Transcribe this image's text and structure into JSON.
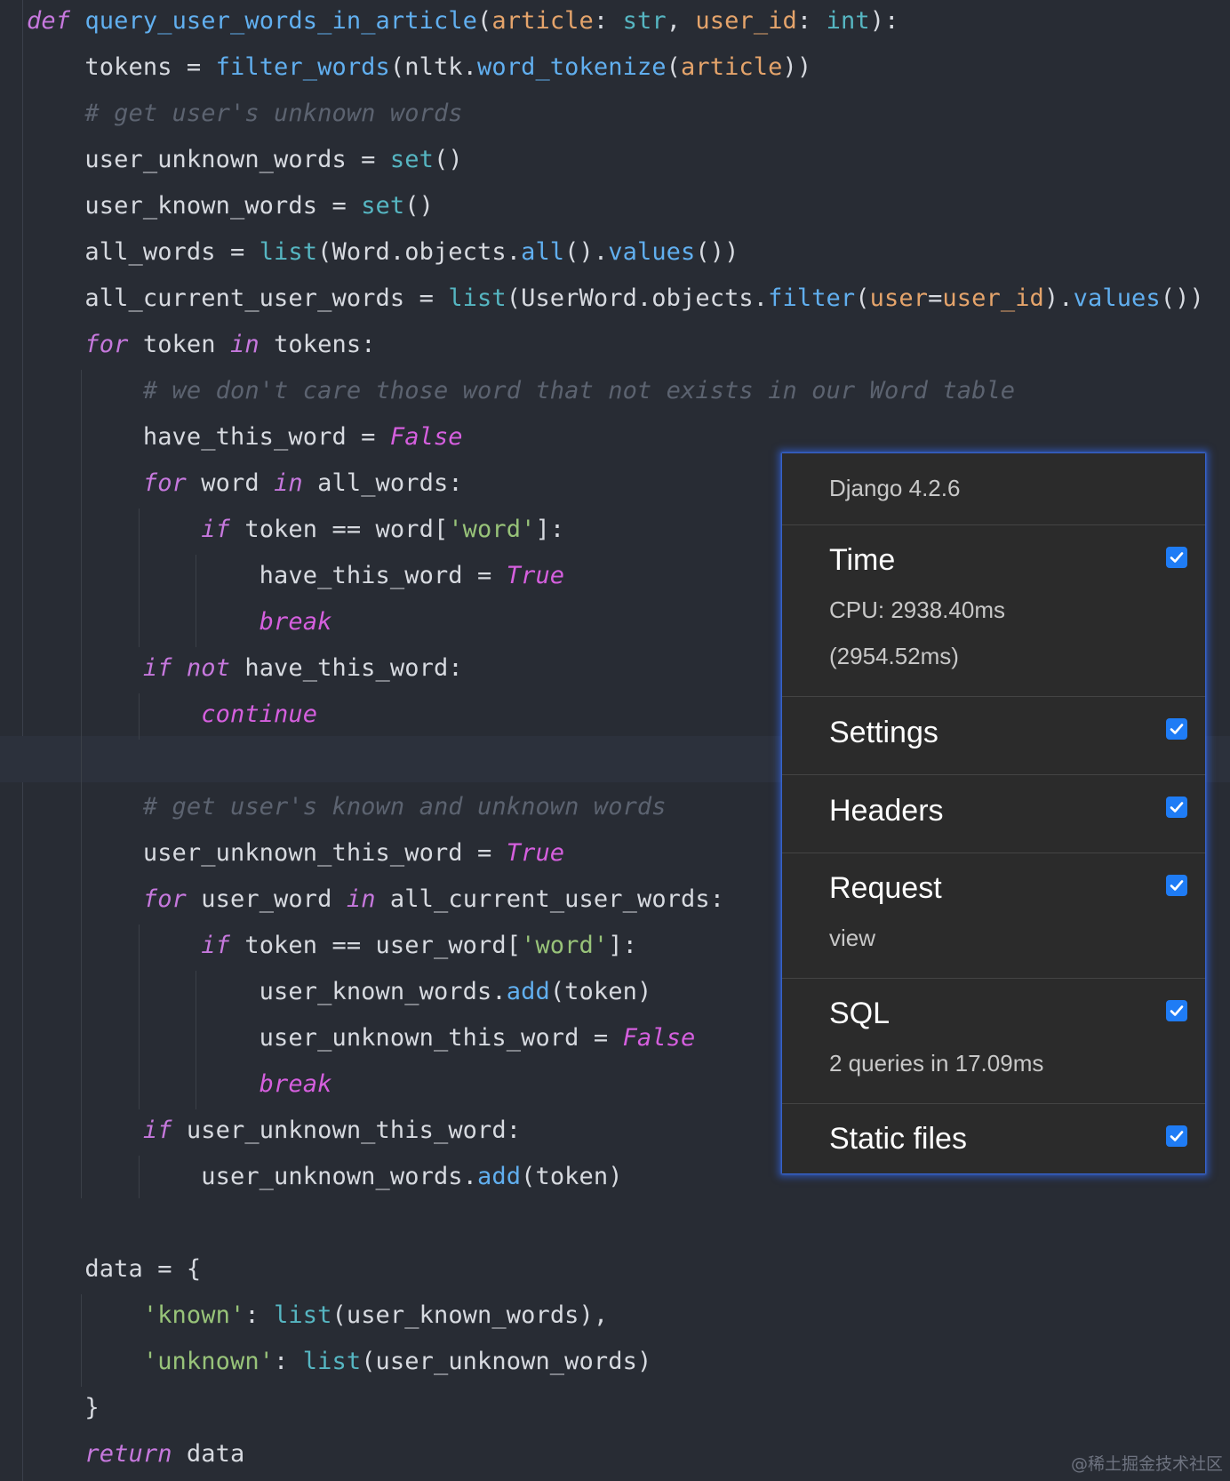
{
  "code": {
    "lines": [
      [
        [
          "kw",
          "def"
        ],
        [
          "plain",
          " "
        ],
        [
          "fn",
          "query_user_words_in_article"
        ],
        [
          "plain",
          "("
        ],
        [
          "param",
          "article"
        ],
        [
          "plain",
          ": "
        ],
        [
          "builtin",
          "str"
        ],
        [
          "plain",
          ", "
        ],
        [
          "param",
          "user_id"
        ],
        [
          "plain",
          ": "
        ],
        [
          "builtin",
          "int"
        ],
        [
          "plain",
          "):"
        ]
      ],
      [
        [
          "plain",
          "    tokens = "
        ],
        [
          "fn",
          "filter_words"
        ],
        [
          "plain",
          "(nltk."
        ],
        [
          "fn",
          "word_tokenize"
        ],
        [
          "plain",
          "("
        ],
        [
          "param",
          "article"
        ],
        [
          "plain",
          "))"
        ]
      ],
      [
        [
          "comment",
          "    # get user's unknown words"
        ]
      ],
      [
        [
          "plain",
          "    user_unknown_words = "
        ],
        [
          "builtin",
          "set"
        ],
        [
          "plain",
          "()"
        ]
      ],
      [
        [
          "plain",
          "    user_known_words = "
        ],
        [
          "builtin",
          "set"
        ],
        [
          "plain",
          "()"
        ]
      ],
      [
        [
          "plain",
          "    all_words = "
        ],
        [
          "builtin",
          "list"
        ],
        [
          "plain",
          "(Word.objects."
        ],
        [
          "fn",
          "all"
        ],
        [
          "plain",
          "()."
        ],
        [
          "fn",
          "values"
        ],
        [
          "plain",
          "())"
        ]
      ],
      [
        [
          "plain",
          "    all_current_user_words = "
        ],
        [
          "builtin",
          "list"
        ],
        [
          "plain",
          "(UserWord.objects."
        ],
        [
          "fn",
          "filter"
        ],
        [
          "plain",
          "("
        ],
        [
          "param",
          "user"
        ],
        [
          "plain",
          "="
        ],
        [
          "param",
          "user_id"
        ],
        [
          "plain",
          ")."
        ],
        [
          "fn",
          "values"
        ],
        [
          "plain",
          "())"
        ]
      ],
      [
        [
          "kw",
          "    for"
        ],
        [
          "plain",
          " token "
        ],
        [
          "kw",
          "in"
        ],
        [
          "plain",
          " tokens:"
        ]
      ],
      [
        [
          "comment",
          "        # we don't care those word that not exists in our Word table"
        ]
      ],
      [
        [
          "plain",
          "        have_this_word = "
        ],
        [
          "const",
          "False"
        ]
      ],
      [
        [
          "kw",
          "        for"
        ],
        [
          "plain",
          " word "
        ],
        [
          "kw",
          "in"
        ],
        [
          "plain",
          " all_words:"
        ]
      ],
      [
        [
          "kw",
          "            if"
        ],
        [
          "plain",
          " token == word["
        ],
        [
          "str",
          "'word'"
        ],
        [
          "plain",
          "]:"
        ]
      ],
      [
        [
          "plain",
          "                have_this_word = "
        ],
        [
          "const",
          "True"
        ]
      ],
      [
        [
          "const",
          "                break"
        ]
      ],
      [
        [
          "kw",
          "        if not"
        ],
        [
          "plain",
          " have_this_word:"
        ]
      ],
      [
        [
          "const",
          "            continue"
        ]
      ],
      [],
      [
        [
          "comment",
          "        # get user's known and unknown words"
        ]
      ],
      [
        [
          "plain",
          "        user_unknown_this_word = "
        ],
        [
          "const",
          "True"
        ]
      ],
      [
        [
          "kw",
          "        for"
        ],
        [
          "plain",
          " user_word "
        ],
        [
          "kw",
          "in"
        ],
        [
          "plain",
          " all_current_user_words:"
        ]
      ],
      [
        [
          "kw",
          "            if"
        ],
        [
          "plain",
          " token == user_word["
        ],
        [
          "str",
          "'word'"
        ],
        [
          "plain",
          "]:"
        ]
      ],
      [
        [
          "plain",
          "                user_known_words."
        ],
        [
          "fn",
          "add"
        ],
        [
          "plain",
          "(token)"
        ]
      ],
      [
        [
          "plain",
          "                user_unknown_this_word = "
        ],
        [
          "const",
          "False"
        ]
      ],
      [
        [
          "const",
          "                break"
        ]
      ],
      [
        [
          "kw",
          "        if"
        ],
        [
          "plain",
          " user_unknown_this_word:"
        ]
      ],
      [
        [
          "plain",
          "            user_unknown_words."
        ],
        [
          "fn",
          "add"
        ],
        [
          "plain",
          "(token)"
        ]
      ],
      [],
      [
        [
          "plain",
          "    data = {"
        ]
      ],
      [
        [
          "str",
          "        'known'"
        ],
        [
          "plain",
          ": "
        ],
        [
          "builtin",
          "list"
        ],
        [
          "plain",
          "(user_known_words),"
        ]
      ],
      [
        [
          "str",
          "        'unknown'"
        ],
        [
          "plain",
          ": "
        ],
        [
          "builtin",
          "list"
        ],
        [
          "plain",
          "(user_unknown_words)"
        ]
      ],
      [
        [
          "plain",
          "    }"
        ]
      ],
      [
        [
          "kw",
          "    return"
        ],
        [
          "plain",
          " data"
        ]
      ]
    ]
  },
  "toolbar": {
    "version": "Django 4.2.6",
    "panels": [
      {
        "title": "Time",
        "lines": [
          "CPU: 2938.40ms",
          "(2954.52ms)"
        ],
        "checked": true
      },
      {
        "title": "Settings",
        "lines": [],
        "checked": true
      },
      {
        "title": "Headers",
        "lines": [],
        "checked": true
      },
      {
        "title": "Request",
        "lines": [
          "view"
        ],
        "checked": true
      },
      {
        "title": "SQL",
        "lines": [
          "2 queries in 17.09ms"
        ],
        "checked": true
      },
      {
        "title": "Static files",
        "lines": [],
        "checked": true
      }
    ]
  },
  "watermark": "@稀土掘金技术社区",
  "colors": {
    "background": "#282c34",
    "keyword": "#c678dd",
    "function": "#61afef",
    "parameter": "#e5a46b",
    "builtin": "#56b6c2",
    "comment": "#5c6370",
    "constant": "#d55fde",
    "string": "#98c379",
    "checkbox": "#1f7cf5"
  }
}
